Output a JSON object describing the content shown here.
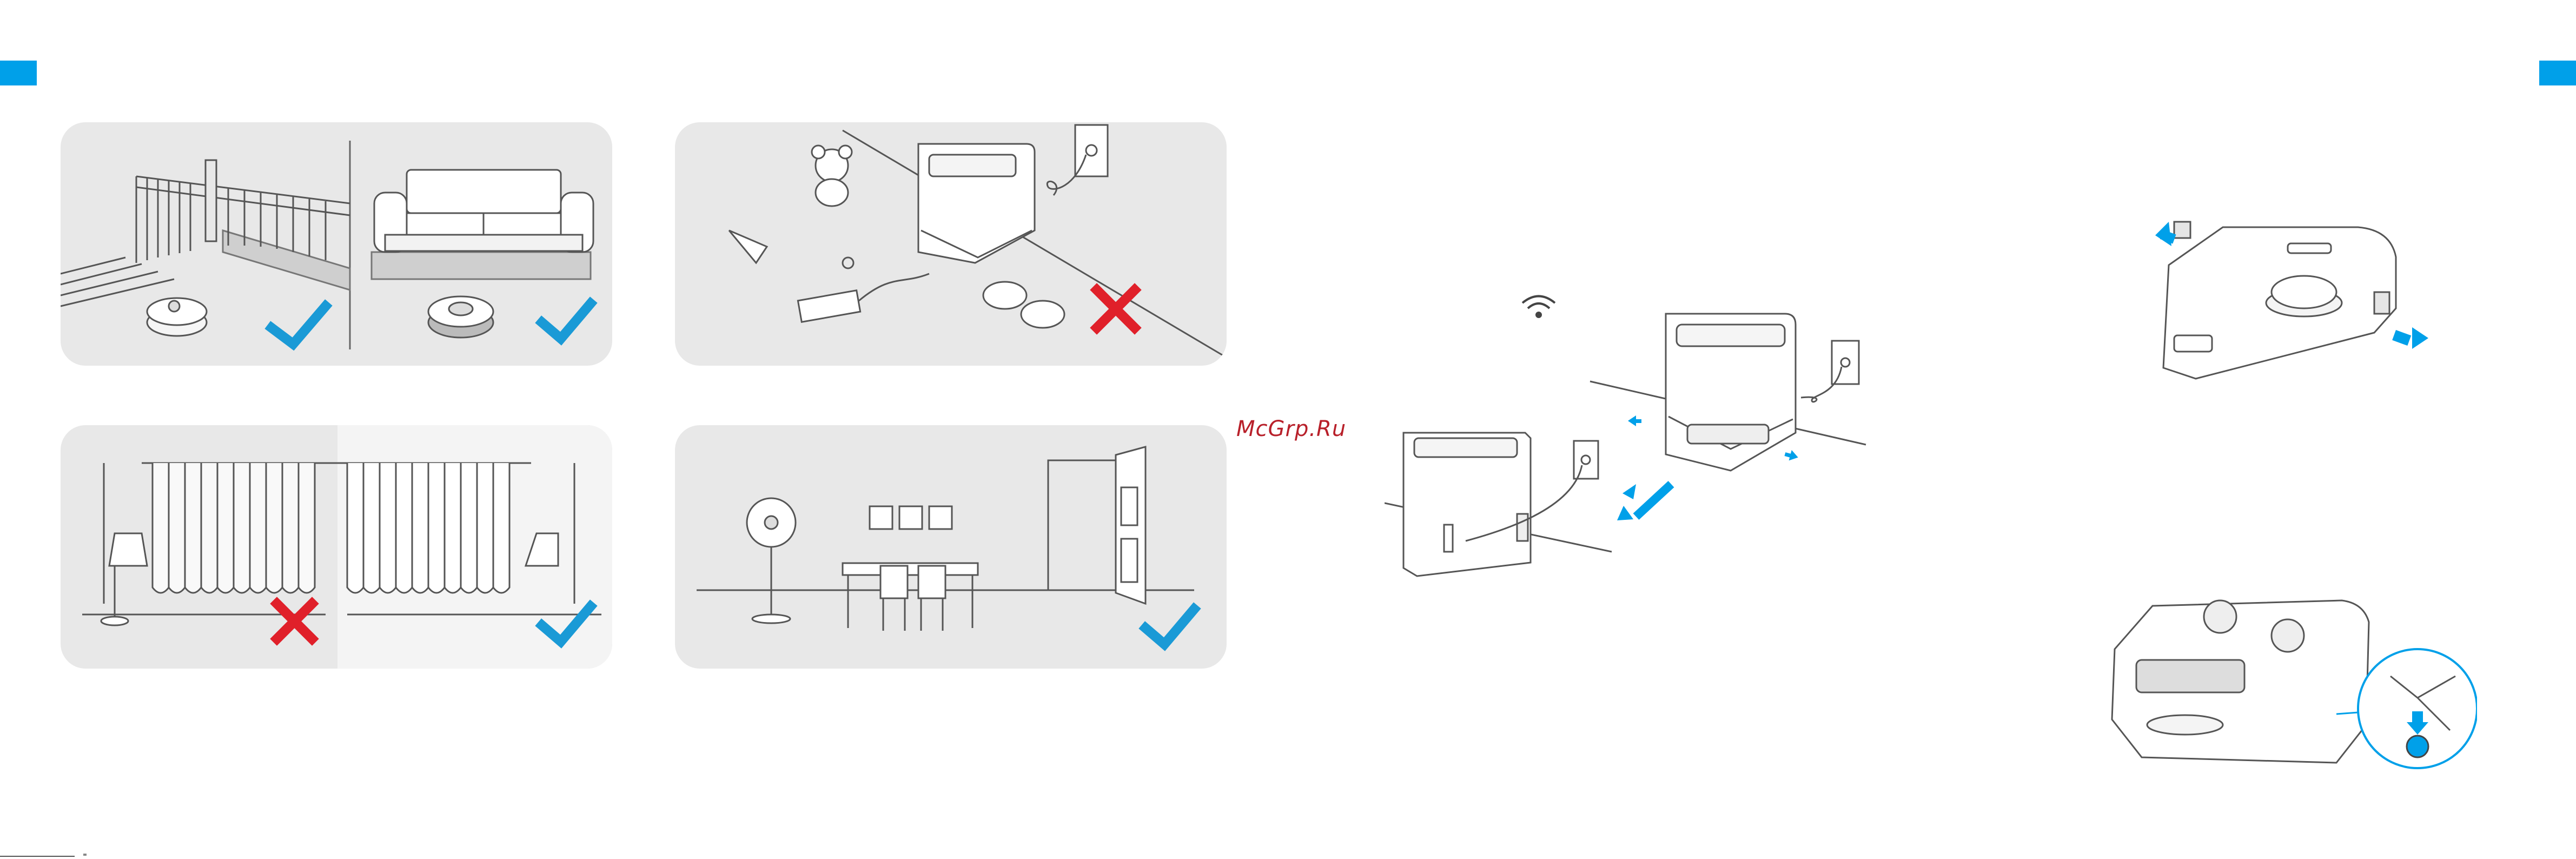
{
  "watermark": {
    "text": "McGrp.Ru",
    "color": "#b8202a"
  },
  "colors": {
    "accent": "#00a0e9",
    "panel_bg": "#e8e8e8",
    "panel_bg_light": "#f4f4f4",
    "line": "#555555",
    "check": "#1a9ad6",
    "cross": "#e0202a"
  },
  "panels": [
    {
      "id": "stairs-sofa",
      "marks": [
        "check-icon",
        "check-icon"
      ]
    },
    {
      "id": "base-station-cluttered",
      "marks": [
        "cross-icon"
      ]
    },
    {
      "id": "curtains",
      "marks": [
        "cross-icon",
        "check-icon"
      ]
    },
    {
      "id": "dining-room",
      "marks": [
        "check-icon"
      ]
    }
  ],
  "icons": [
    "wifi-icon",
    "arrow-icon",
    "check-icon",
    "cross-icon"
  ]
}
